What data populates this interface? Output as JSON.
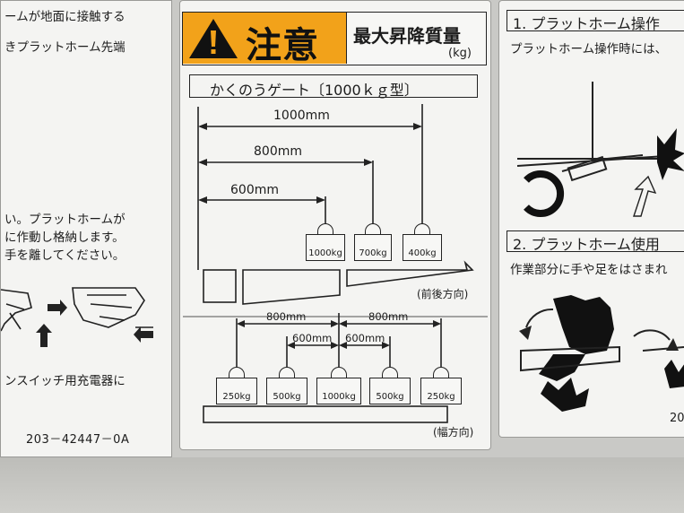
{
  "left_panel": {
    "line1": "ームが地面に接触する",
    "line2": "きプラットホーム先端",
    "line3": "い。プラットホームが",
    "line4": "に作動し格納します。",
    "line5": "手を離してください。",
    "line6": "ンスイッチ用充電器に",
    "part_number": "203－42447－0A"
  },
  "center_panel": {
    "warning_label": "注意",
    "header_title": "最大昇降質量",
    "header_unit": "(kg)",
    "model_label": "かくのうゲート〔1000ｋｇ型〕",
    "top_dims": [
      "1000mm",
      "800mm",
      "600mm"
    ],
    "top_weights": [
      "1000kg",
      "700kg",
      "400kg"
    ],
    "top_direction": "(前後方向)",
    "bottom_dims": [
      "800mm",
      "600mm",
      "600mm",
      "800mm"
    ],
    "bottom_weights": [
      "250kg",
      "500kg",
      "1000kg",
      "500kg",
      "250kg"
    ],
    "bottom_direction": "(幅方向)"
  },
  "right_panel": {
    "step1_title": "1. プラットホーム操作",
    "step1_text": "プラットホーム操作時には、",
    "step2_title": "2. プラットホーム使用",
    "step2_text": "作業部分に手や足をはさまれ",
    "code_fragment": "20"
  },
  "colors": {
    "warning_orange": "#f2a21a",
    "panel_bg": "#f4f4f2",
    "backing": "#c9c9c6",
    "ink": "#1c1c1c"
  }
}
